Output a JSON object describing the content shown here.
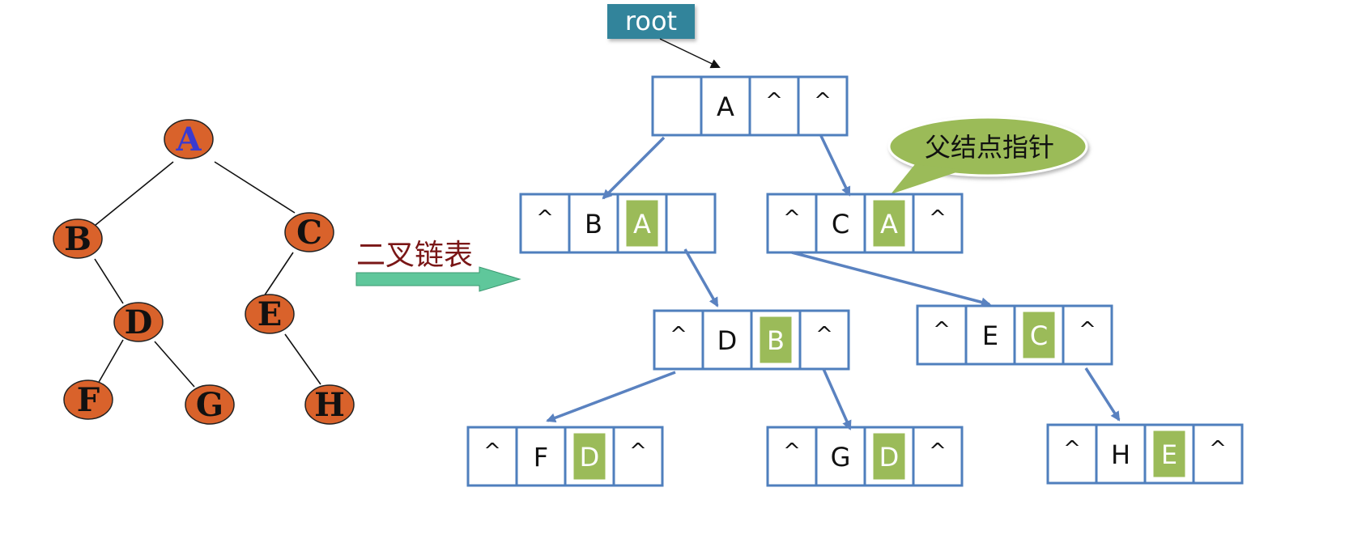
{
  "tree": {
    "nodes": [
      {
        "id": "A",
        "label": "A",
        "color": "#3a3ad0"
      },
      {
        "id": "B",
        "label": "B",
        "color": "#111111"
      },
      {
        "id": "C",
        "label": "C",
        "color": "#111111"
      },
      {
        "id": "D",
        "label": "D",
        "color": "#111111"
      },
      {
        "id": "E",
        "label": "E",
        "color": "#111111"
      },
      {
        "id": "F",
        "label": "F",
        "color": "#111111"
      },
      {
        "id": "G",
        "label": "G",
        "color": "#111111"
      },
      {
        "id": "H",
        "label": "H",
        "color": "#111111"
      }
    ],
    "edges": [
      [
        "A",
        "B"
      ],
      [
        "A",
        "C"
      ],
      [
        "B",
        "D"
      ],
      [
        "C",
        "E"
      ],
      [
        "D",
        "F"
      ],
      [
        "D",
        "G"
      ],
      [
        "E",
        "H"
      ]
    ],
    "node_fill": "#d9622b"
  },
  "transform_label": "二叉链表",
  "root_label": "root",
  "callout_label": "父结点指针",
  "linked_nodes": [
    {
      "id": "A",
      "cells": [
        "",
        "A",
        "^",
        "^"
      ]
    },
    {
      "id": "B",
      "cells": [
        "^",
        "B",
        "A",
        ""
      ]
    },
    {
      "id": "C",
      "cells": [
        "^",
        "C",
        "A",
        "^"
      ]
    },
    {
      "id": "D",
      "cells": [
        "^",
        "D",
        "B",
        "^"
      ]
    },
    {
      "id": "E",
      "cells": [
        "^",
        "E",
        "C",
        "^"
      ]
    },
    {
      "id": "F",
      "cells": [
        "^",
        "F",
        "D",
        "^"
      ]
    },
    {
      "id": "G",
      "cells": [
        "^",
        "G",
        "D",
        "^"
      ]
    },
    {
      "id": "H",
      "cells": [
        "^",
        "H",
        "E",
        "^"
      ]
    }
  ],
  "colors": {
    "box_border": "#4f7fbd",
    "arrow": "#5a82c0",
    "parent_fill": "#9bbb59",
    "callout_fill": "#9bbb59",
    "root_fill": "#31849b",
    "transform_arrow": "#5fc79b"
  }
}
